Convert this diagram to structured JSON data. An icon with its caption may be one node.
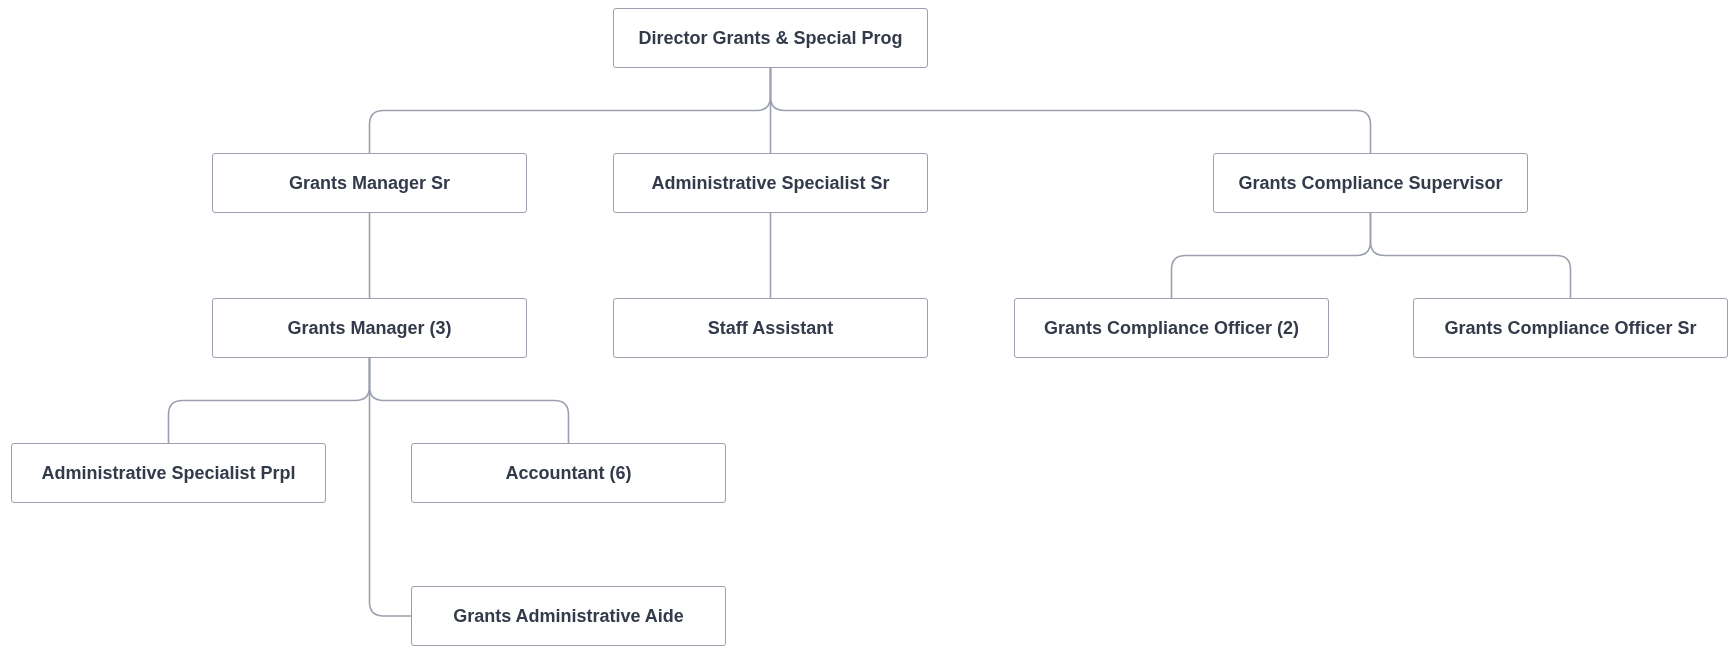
{
  "diagram": {
    "nodes": [
      {
        "text": [
          "Director Grants & Special Prog"
        ]
      },
      {
        "text": [
          "Grants Manager Sr"
        ]
      },
      {
        "text": [
          "Administrative Specialist Sr"
        ]
      },
      {
        "text": [
          "Grants Compliance Supervisor"
        ]
      },
      {
        "text": [
          "Grants Manager (3)"
        ]
      },
      {
        "text": [
          "Staff Assistant"
        ]
      },
      {
        "text": [
          "Grants Compliance Officer (2)"
        ]
      },
      {
        "text": [
          "Grants Compliance Officer Sr"
        ]
      },
      {
        "text": [
          "Administrative Specialist Prpl"
        ]
      },
      {
        "text": [
          "Accountant (6)"
        ]
      },
      {
        "text": [
          "Grants Administrative Aide"
        ]
      }
    ],
    "edges": [
      {
        "from": 0,
        "to": 1,
        "arrow": "none"
      },
      {
        "from": 0,
        "to": 2,
        "arrow": "none"
      },
      {
        "from": 0,
        "to": 3,
        "arrow": "none"
      },
      {
        "from": 1,
        "to": 4,
        "arrow": "none"
      },
      {
        "from": 2,
        "to": 5,
        "arrow": "none"
      },
      {
        "from": 3,
        "to": 6,
        "arrow": "none"
      },
      {
        "from": 3,
        "to": 7,
        "arrow": "none"
      },
      {
        "from": 4,
        "to": 8,
        "arrow": "none"
      },
      {
        "from": 4,
        "to": 9,
        "arrow": "none"
      },
      {
        "from": 4,
        "to": 10,
        "arrow": "none"
      }
    ]
  }
}
